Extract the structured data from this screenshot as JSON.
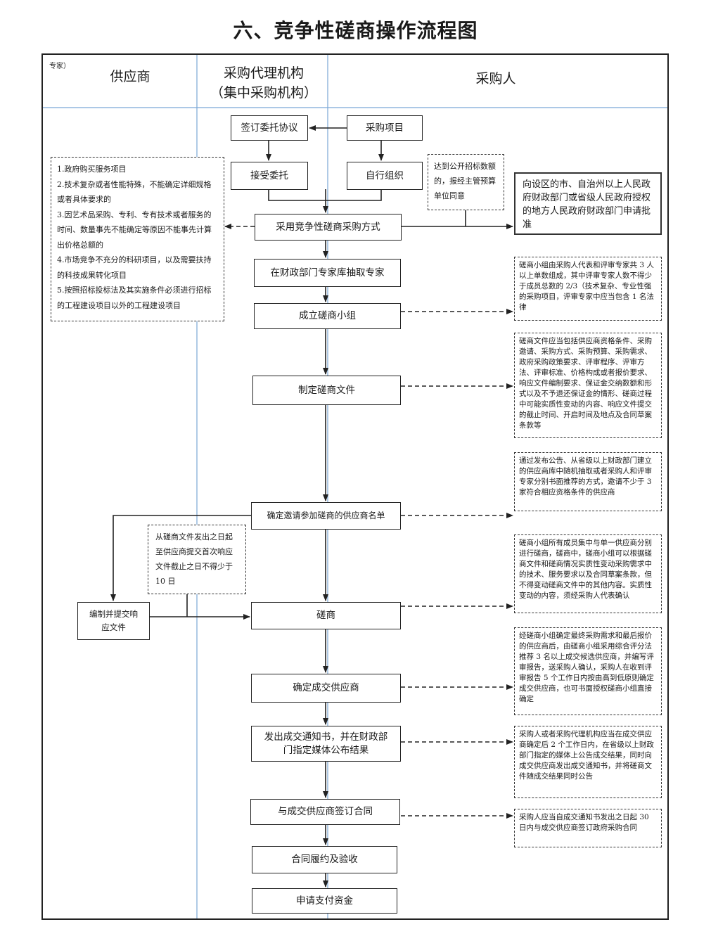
{
  "title": "六、竞争性磋商操作流程图",
  "header": {
    "corner_note": "专家）",
    "col_supplier": "供应商",
    "col_agency_line1": "采购代理机构",
    "col_agency_line2": "（集中采购机构）",
    "col_purchaser": "采购人"
  },
  "nodes": {
    "sign_agreement": "签订委托协议",
    "procurement_project": "采购项目",
    "accept_entrust": "接受委托",
    "self_organize": "自行组织",
    "adopt_method": "采用竞争性磋商采购方式",
    "draw_experts": "在财政部门专家库抽取专家",
    "form_group": "成立磋商小组",
    "make_docs": "制定磋商文件",
    "determine_list": "确定邀请参加磋商的供应商名单",
    "prepare_response": "编制并提交响应文件",
    "consultation": "磋商",
    "determine_supplier": "确定成交供应商",
    "issue_notice": "发出成交通知书，并在财政部门指定媒体公布结果",
    "sign_contract": "与成交供应商签订合同",
    "perform_accept": "合同履约及验收",
    "apply_payment": "申请支付资金"
  },
  "notes": {
    "applicable_items": [
      "1.政府购买服务项目",
      "2.技术复杂或者性能特殊，不能确定详细规格或者具体要求的",
      "3.因艺术品采购、专利、专有技术或者服务的时间、数量事先不能确定等原因不能事先计算出价格总额的",
      "4.市场竞争不充分的科研项目，以及需要扶持的科技成果转化项目",
      "5.按照招标投标法及其实施条件必须进行招标的工程建设项目以外的工程建设项目"
    ],
    "threshold": "达到公开招标数额的，报经主管预算单位同意",
    "approval": "向设区的市、自治州以上人民政府财政部门或省级人民政府授权的地方人民政府财政部门申请批准",
    "group_rule": "磋商小组由采购人代表和评审专家共 3 人以上单数组成，其中评审专家人数不得少于成员总数的 2/3（技术复杂、专业性强的采购项目，评审专家中应当包含 1 名法律",
    "docs_content": "磋商文件应当包括供应商资格条件、采购邀请、采购方式、采购预算、采购需求、政府采购政策要求、评审程序、评审方法、评审标准、价格构成或者报价要求、响应文件编制要求、保证金交纳数额和形式以及不予退还保证金的情形、磋商过程中可能实质性变动的内容、响应文件提交的截止时间、开启时间及地点及合同草案条款等",
    "invite_method": "通过发布公告、从省级以上财政部门建立的供应商库中随机抽取或者采购人和评审专家分别书面推荐的方式，邀请不少于 3 家符合相应资格条件的供应商",
    "time_limit": "从磋商文件发出之日起至供应商提交首次响应文件截止之日不得少于 10 日",
    "consult_rule": "磋商小组所有成员集中与单一供应商分别进行磋商，磋商中，磋商小组可以根据磋商文件和磋商情况实质性变动采购需求中的技术、服务要求以及合同草案条款，但不得变动磋商文件中的其他内容。实质性变动的内容，须经采购人代表确认",
    "select_rule": "经磋商小组确定最终采购需求和最后报价的供应商后，由磋商小组采用综合评分法推荐 3 名以上成交候选供应商，并编写评审报告，送采购人确认，采购人在收到评审报告 5 个工作日内按由高到低原则确定成交供应商，也可书面授权磋商小组直接确定",
    "notice_rule": "采购人或者采购代理机构应当在成交供应商确定后 2 个工作日内，在省级以上财政部门指定的媒体上公告成交结果，同时向成交供应商发出成交通知书，并将磋商文件随成交结果同时公告",
    "contract_rule": "采购人应当自成交通知书发出之日起 30 日内与成交供应商签订政府采购合同"
  }
}
